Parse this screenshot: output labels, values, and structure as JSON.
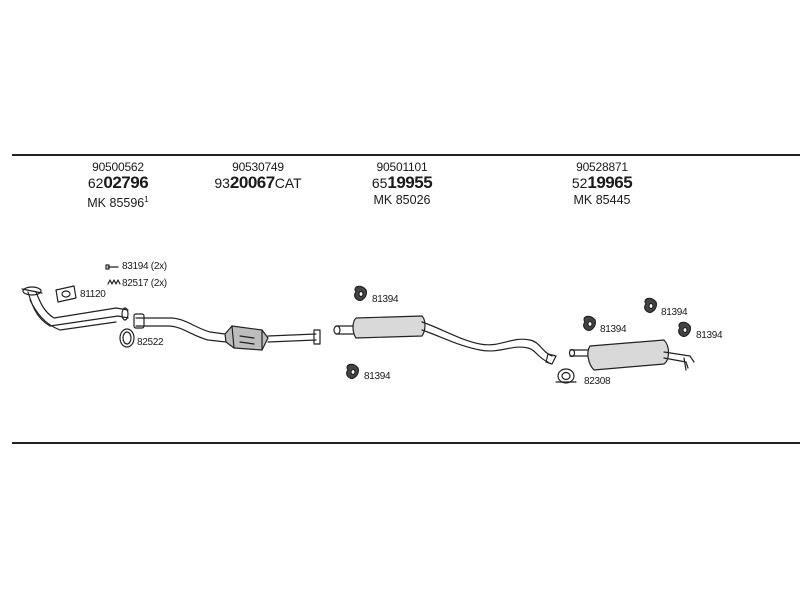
{
  "sections": [
    {
      "part_no": "90500562",
      "art_prefix": "62",
      "art_main": "02796",
      "art_suffix": "",
      "mk_prefix": "MK",
      "mk_no": "85596",
      "mk_note": "1"
    },
    {
      "part_no": "90530749",
      "art_prefix": "93",
      "art_main": "20067",
      "art_suffix": "CAT",
      "mk_prefix": "",
      "mk_no": "",
      "mk_note": ""
    },
    {
      "part_no": "90501101",
      "art_prefix": "65",
      "art_main": "19955",
      "art_suffix": "",
      "mk_prefix": "MK",
      "mk_no": "85026",
      "mk_note": ""
    },
    {
      "part_no": "90528871",
      "art_prefix": "52",
      "art_main": "19965",
      "art_suffix": "",
      "mk_prefix": "MK",
      "mk_no": "85445",
      "mk_note": ""
    }
  ],
  "labels": {
    "bolt": "83194 (2x)",
    "spring": "82517 (2x)",
    "gasket_front": "81120",
    "ring": "82522",
    "hanger_mid_top": "81394",
    "hanger_mid_bottom": "81394",
    "hanger_rear_1": "81394",
    "hanger_rear_2": "81394",
    "hanger_rear_3": "81394",
    "clamp": "82308"
  }
}
